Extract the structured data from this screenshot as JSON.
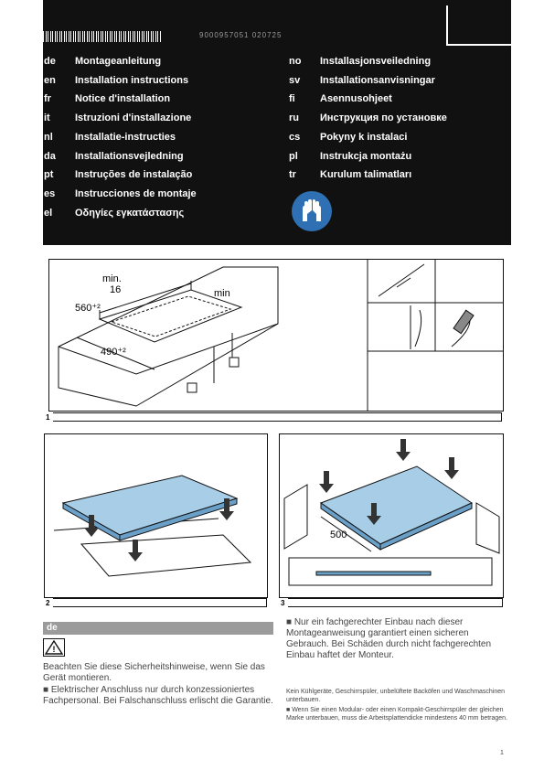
{
  "header": {
    "doc_number": "9000957051 020725",
    "languages_left": [
      {
        "code": "de",
        "text": "Montageanleitung"
      },
      {
        "code": "en",
        "text": "Installation instructions"
      },
      {
        "code": "fr",
        "text": "Notice d'installation"
      },
      {
        "code": "it",
        "text": "Istruzioni d'installazione"
      },
      {
        "code": "nl",
        "text": "Installatie-instructies"
      },
      {
        "code": "da",
        "text": "Installationsvejledning"
      },
      {
        "code": "pt",
        "text": "Instruções de instalação"
      },
      {
        "code": "es",
        "text": "Instrucciones de montaje"
      },
      {
        "code": "el",
        "text": "Οδηγίες εγκατάστασης"
      }
    ],
    "languages_right": [
      {
        "code": "no",
        "text": "Installasjonsveiledning"
      },
      {
        "code": "sv",
        "text": "Installationsanvisningar"
      },
      {
        "code": "fi",
        "text": "Asennusohjeet"
      },
      {
        "code": "ru",
        "text": "Инструкция по установке"
      },
      {
        "code": "cs",
        "text": "Pokyny k instalaci"
      },
      {
        "code": "pl",
        "text": "Instrukcja montażu"
      },
      {
        "code": "tr",
        "text": "Kurulum talimatları"
      }
    ]
  },
  "figure1": {
    "number": "1",
    "dim_min": "min.",
    "dim_16": "16",
    "dim_560": "560⁺²",
    "dim_490": "490⁺²",
    "dim_min_right": "min"
  },
  "figure2": {
    "number": "2"
  },
  "figure3": {
    "number": "3",
    "dim_500": "500"
  },
  "section_de": {
    "label": "de",
    "warning_intro": "Beachten Sie diese Sicherheitshinweise, wenn Sie das Gerät montieren.",
    "bullet1": "Elektrischer Anschluss nur durch konzessioniertes Fachpersonal. Bei Falschanschluss erlischt die Garantie.",
    "bullet2": "Nur ein fachgerechter Einbau nach dieser Montageanweisung garantiert einen sicheren Gebrauch. Bei Schäden durch nicht fachgerechten Einbau haftet der Monteur.",
    "note1": "Kein Kühlgeräte, Geschirrspüler, unbelüftete Backöfen und Waschmaschinen unterbauen.",
    "note2": "Wenn Sie einen Modular- oder einen Kompakt-Geschirrspüler der gleichen Marke unterbauen, muss die Arbeitsplattendicke mindestens 40 mm betragen."
  },
  "page_number": "1"
}
